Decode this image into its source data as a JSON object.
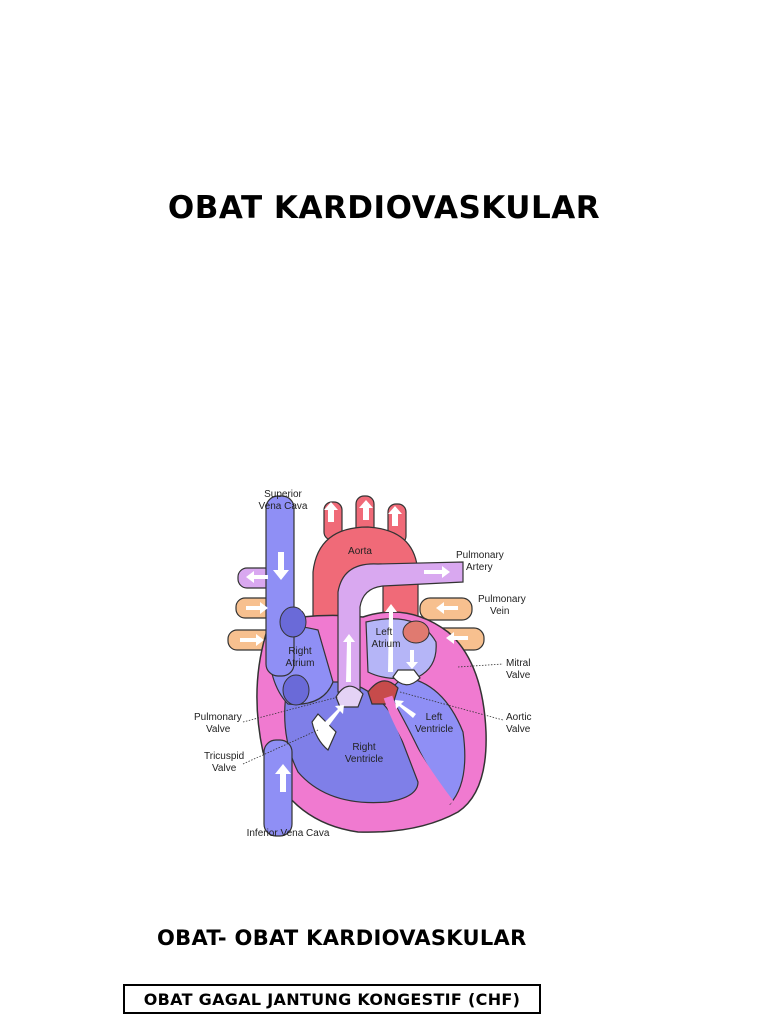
{
  "page": {
    "title": "OBAT KARDIOVASKULAR",
    "subtitle": "OBAT- OBAT KARDIOVASKULAR",
    "boxed_heading": "OBAT GAGAL JANTUNG KONGESTIF (CHF)"
  },
  "diagram": {
    "labels": {
      "superior_vena_cava_1": "Superior",
      "superior_vena_cava_2": "Vena Cava",
      "aorta": "Aorta",
      "pulmonary_artery_1": "Pulmonary",
      "pulmonary_artery_2": "Artery",
      "pulmonary_vein_1": "Pulmonary",
      "pulmonary_vein_2": "Vein",
      "left_atrium_1": "Left",
      "left_atrium_2": "Atrium",
      "right_atrium_1": "Right",
      "right_atrium_2": "Atrium",
      "mitral_valve_1": "Mitral",
      "mitral_valve_2": "Valve",
      "pulmonary_valve_1": "Pulmonary",
      "pulmonary_valve_2": "Valve",
      "aortic_valve_1": "Aortic",
      "aortic_valve_2": "Valve",
      "left_ventricle_1": "Left",
      "left_ventricle_2": "Ventricle",
      "right_ventricle_1": "Right",
      "right_ventricle_2": "Ventricle",
      "tricuspid_valve_1": "Tricuspid",
      "tricuspid_valve_2": "Valve",
      "inferior_vena_cava": "Inferior Vena Cava"
    },
    "colors": {
      "deoxygenated": "#8f8ff5",
      "oxygenated": "#f06a78",
      "pulmonary_artery": "#d9a8f0",
      "pulmonary_vein": "#f7c08f",
      "myocardium": "#f07ad0",
      "valve_red": "#c74b4b"
    }
  }
}
